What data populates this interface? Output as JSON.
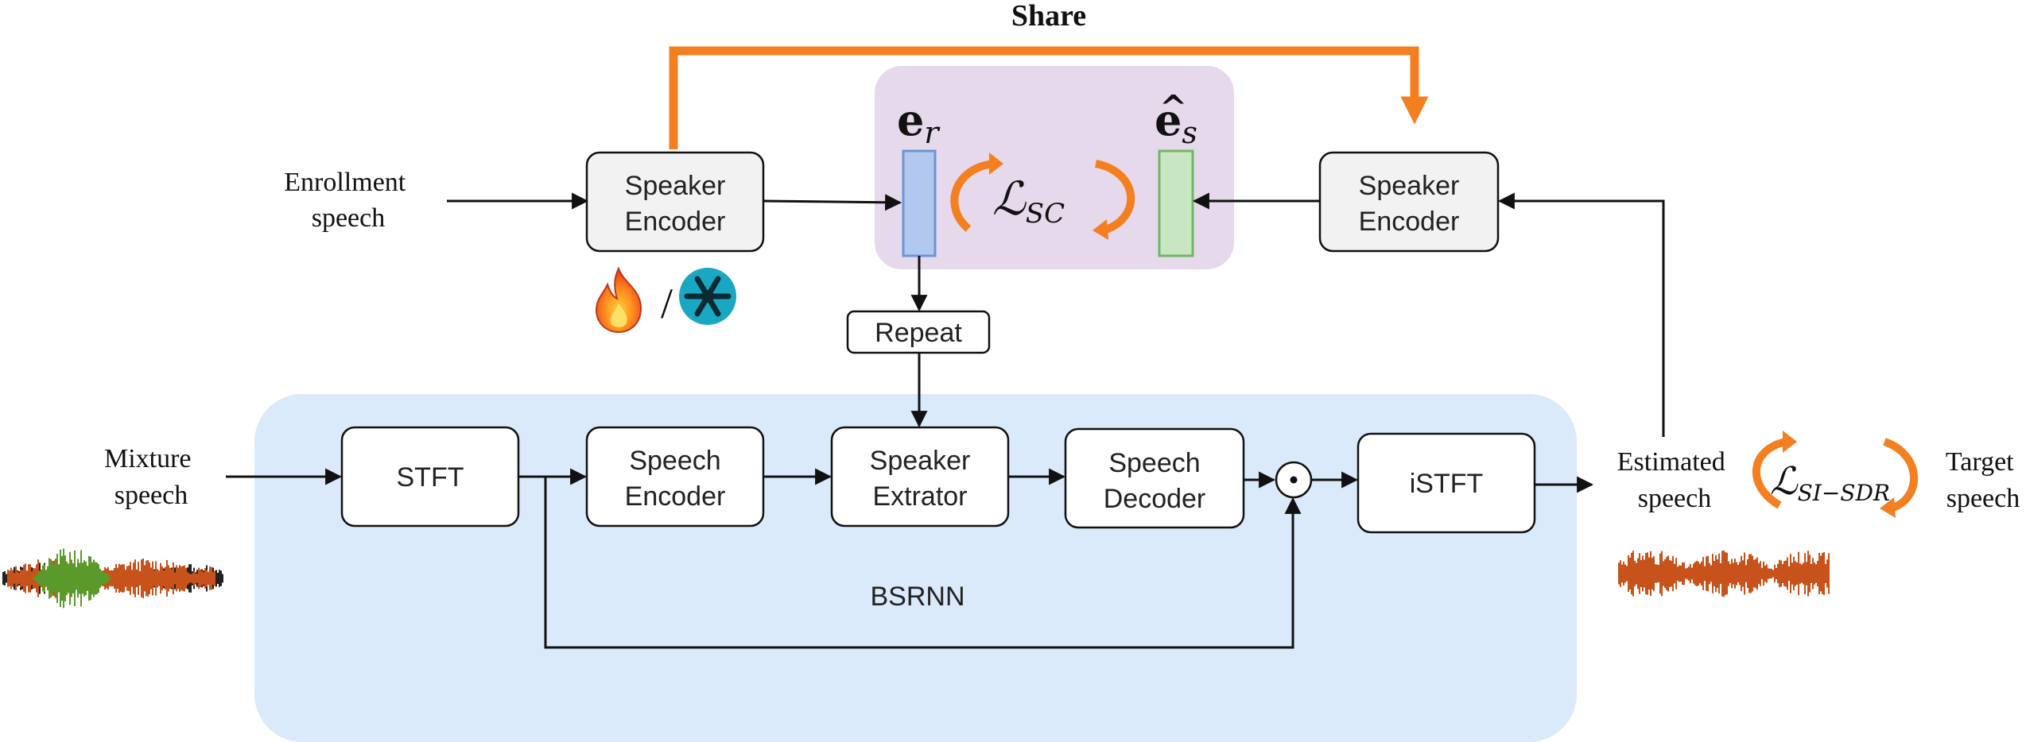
{
  "title": "Share",
  "inputs": {
    "enrollment": [
      "Enrollment",
      "speech"
    ],
    "mixture": [
      "Mixture",
      "speech"
    ]
  },
  "outputs": {
    "estimated": [
      "Estimated",
      "speech"
    ],
    "target": [
      "Target",
      "speech"
    ]
  },
  "blocks": {
    "speaker_encoder_left": [
      "Speaker",
      "Encoder"
    ],
    "speaker_encoder_right": [
      "Speaker",
      "Encoder"
    ],
    "repeat": "Repeat",
    "stft": "STFT",
    "speech_encoder": [
      "Speech",
      "Encoder"
    ],
    "speaker_extractor": [
      "Speaker",
      "Extrator"
    ],
    "speech_decoder": [
      "Speech",
      "Decoder"
    ],
    "istft": "iSTFT",
    "multiply": "⊙"
  },
  "region_labels": {
    "bsrnn": "BSRNN",
    "trainable_separator": "/"
  },
  "embeddings": {
    "e_r": {
      "main": "e",
      "sub": "r",
      "hat": ""
    },
    "e_s": {
      "main": "e",
      "sub": "s",
      "hat": "^"
    }
  },
  "losses": {
    "sc": {
      "main": "ℒ",
      "sub": "SC"
    },
    "si_sdr": {
      "main": "ℒ",
      "sub": "SI−SDR"
    }
  },
  "icons": [
    "fire-icon",
    "snowflake-icon",
    "waveform-mixture",
    "waveform-estimated",
    "cycle-arrows"
  ],
  "colors": {
    "share_arrow": "#f47f20",
    "embedding_panel": "#e6d9ec",
    "bsrnn_panel": "#dbeafb",
    "e_r_bar": "#b2c8ef",
    "e_r_border": "#6d95d6",
    "e_s_bar": "#c9e6c2",
    "e_s_border": "#6fb863",
    "block_fill": "#f2f2f2",
    "wave_orange": "#c8521b",
    "wave_green": "#5a9a2a"
  }
}
